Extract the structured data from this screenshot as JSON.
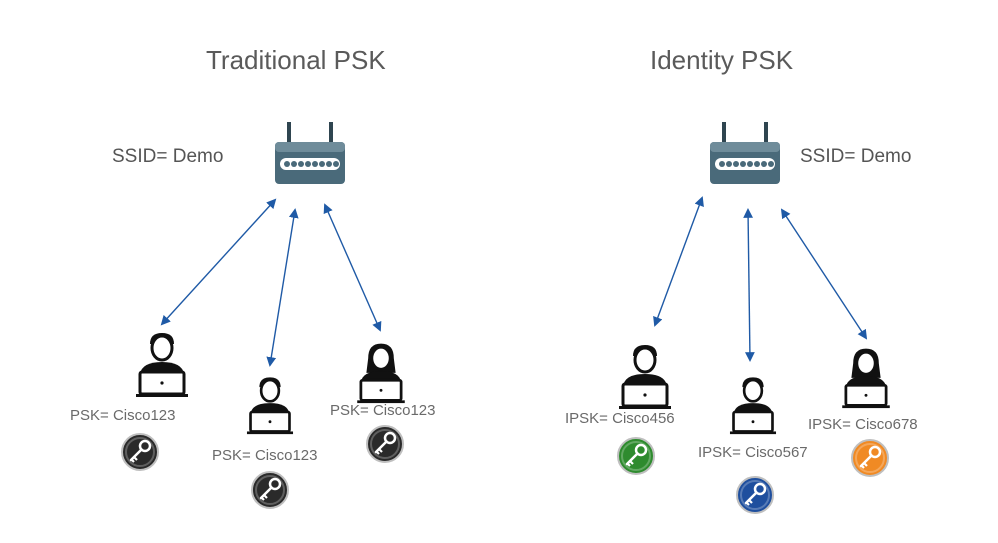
{
  "panels": [
    {
      "title": "Traditional PSK",
      "ssid": "SSID= Demo",
      "clients": [
        {
          "gender": "male",
          "psk": "PSK= Cisco123",
          "key_color": "#2a2a2a"
        },
        {
          "gender": "male",
          "psk": "PSK= Cisco123",
          "key_color": "#2a2a2a"
        },
        {
          "gender": "female",
          "psk": "PSK= Cisco123",
          "key_color": "#2a2a2a"
        }
      ]
    },
    {
      "title": "Identity PSK",
      "ssid": "SSID= Demo",
      "clients": [
        {
          "gender": "male",
          "psk": "IPSK= Cisco456",
          "key_color": "#2e8b2e"
        },
        {
          "gender": "male",
          "psk": "IPSK= Cisco567",
          "key_color": "#1f4f9e"
        },
        {
          "gender": "female",
          "psk": "IPSK= Cisco678",
          "key_color": "#f08a24"
        }
      ]
    }
  ],
  "colors": {
    "arrow": "#1f5aa6",
    "router": "#4a6a7a",
    "person": "#111111"
  },
  "icons": {
    "router": "wireless-router-icon",
    "user": "user-laptop-icon",
    "key": "key-icon"
  }
}
